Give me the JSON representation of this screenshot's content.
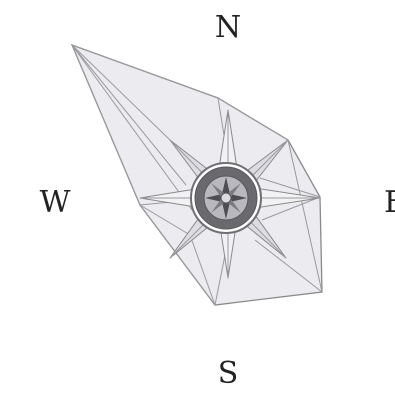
{
  "compass": {
    "labels": {
      "north": "N",
      "south": "S",
      "east": "E",
      "west": "W"
    }
  },
  "colors": {
    "line": "#8a8a8a",
    "fill_light": "#ededf1",
    "fill_mid": "#c9c9cf",
    "medallion_dark": "#58585c",
    "medallion_ring": "#707074",
    "medallion_pale": "#bdbdc3",
    "label": "#222222"
  }
}
